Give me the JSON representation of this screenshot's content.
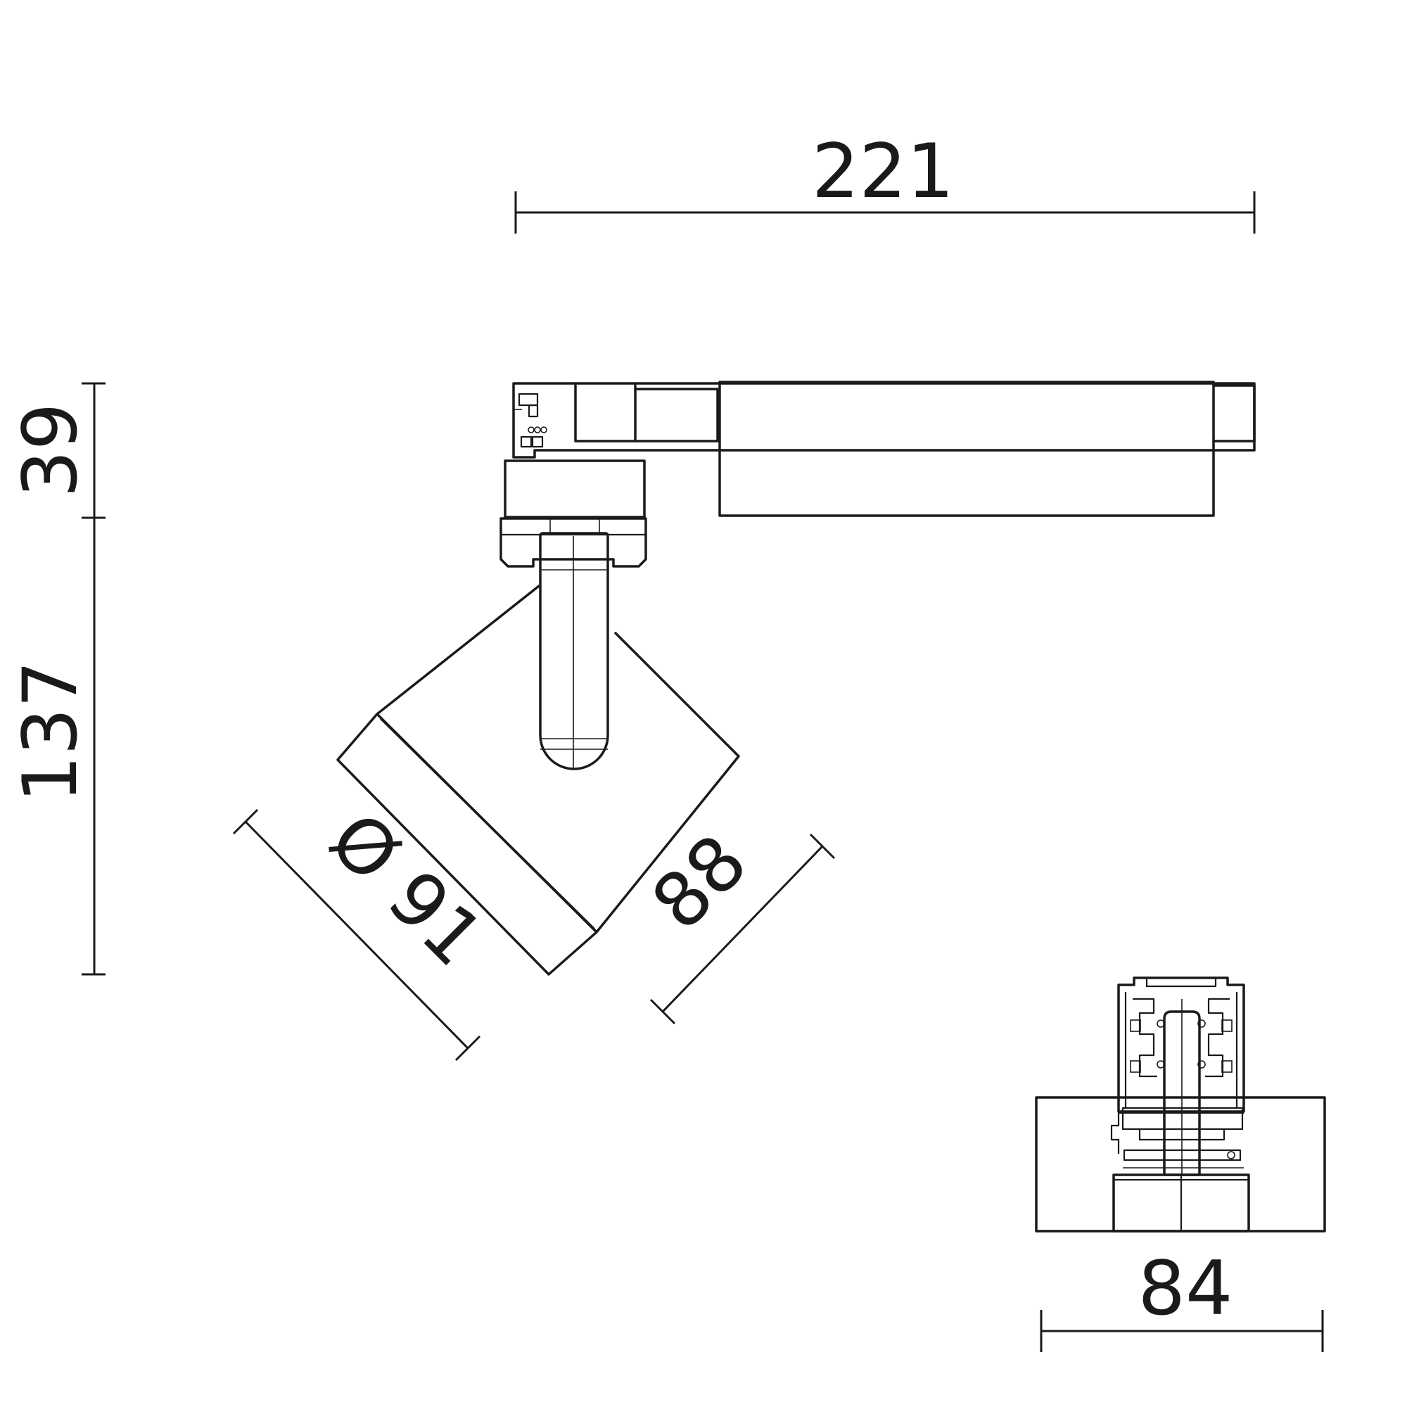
{
  "dimensions": {
    "overall_length": "221",
    "adapter_height": "39",
    "head_height": "137",
    "head_diameter": "Ø 91",
    "head_length": "88",
    "track_width": "84"
  },
  "colors": {
    "line": "#1a1a1a",
    "background": "#ffffff"
  }
}
